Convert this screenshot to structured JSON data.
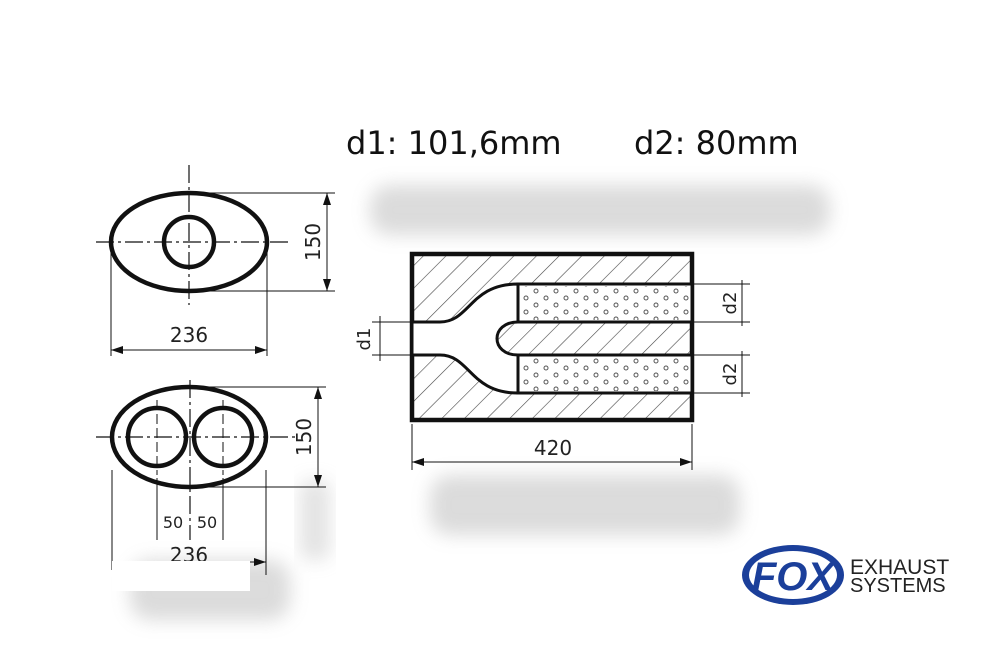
{
  "specs": {
    "d1": "d1: 101,6mm",
    "d2": "d2: 80mm"
  },
  "single_outlet_view": {
    "height_label": "150",
    "width_label": "236"
  },
  "dual_outlet_view": {
    "height_label": "150",
    "width_label": "236",
    "offset_left_label": "50",
    "offset_right_label": "50"
  },
  "side_view": {
    "length_label": "420",
    "inlet_label": "d1",
    "outlet_top_label": "d2",
    "outlet_bottom_label": "d2"
  },
  "logo": {
    "mark": "FOX",
    "line1": "EXHAUST",
    "line2": "SYSTEMS",
    "color": "#1b3f9a"
  }
}
